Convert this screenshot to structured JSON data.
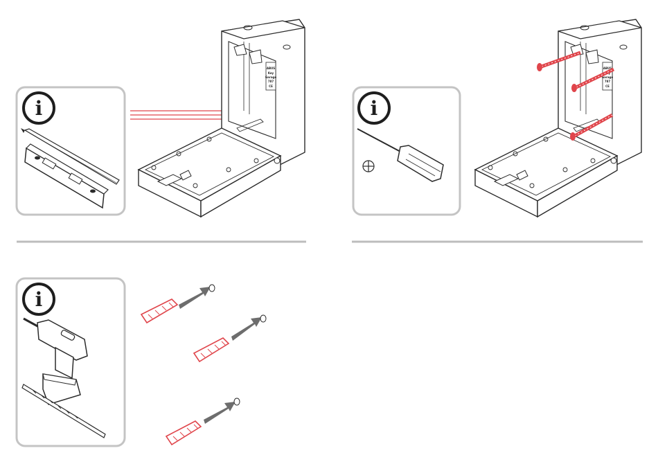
{
  "info_symbol": "i",
  "box_label_lines": [
    "ABUS",
    "Key",
    "Garage",
    "787",
    "CE"
  ],
  "tools": {
    "step1": [
      "pencil",
      "spirit-level"
    ],
    "step2": [
      "phillips-screwdriver"
    ],
    "step3": [
      "cordless-drill",
      "drill-bit"
    ]
  },
  "phillips_symbol_icon": "crosshead-symbol",
  "colors": {
    "line": "#2a2a2a",
    "panel_border": "#c4c4c4",
    "divider": "#bdbdbd",
    "accent_red": "#e0454b",
    "arrow_gray": "#6d6d6d",
    "info_fill": "#ffffff"
  }
}
